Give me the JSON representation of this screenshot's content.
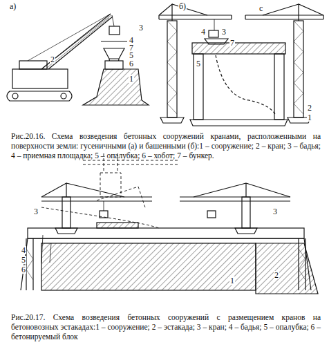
{
  "diagram": {
    "labels": [
      "а)",
      "3",
      "2",
      "4",
      "7",
      "5",
      "6",
      "1",
      "б)",
      "4",
      "3",
      "7",
      "5",
      "с",
      "2",
      "1",
      "Рис.20.16. Схема возведения бетонных сооружений кранами, расположенными на поверхности земли: гусеничными (а) и башенными (б):1 – сооружение; 2 – кран; 3 – бадья; 4 – приемная площадка; 5 – опалубка; 6 – хобот;    7 – бункер.",
      "3",
      "3",
      "4",
      "5",
      "6",
      "2",
      "1",
      "Рис.20.17. Схема возведения бетонных сооружений с размещением кранов на бетоновозных эстакадах:1 – сооружение; 2 – эстакада; 3 – кран; 4 – бадья; 5 – опалубка; 6 – бетонируемый блок"
    ]
  }
}
